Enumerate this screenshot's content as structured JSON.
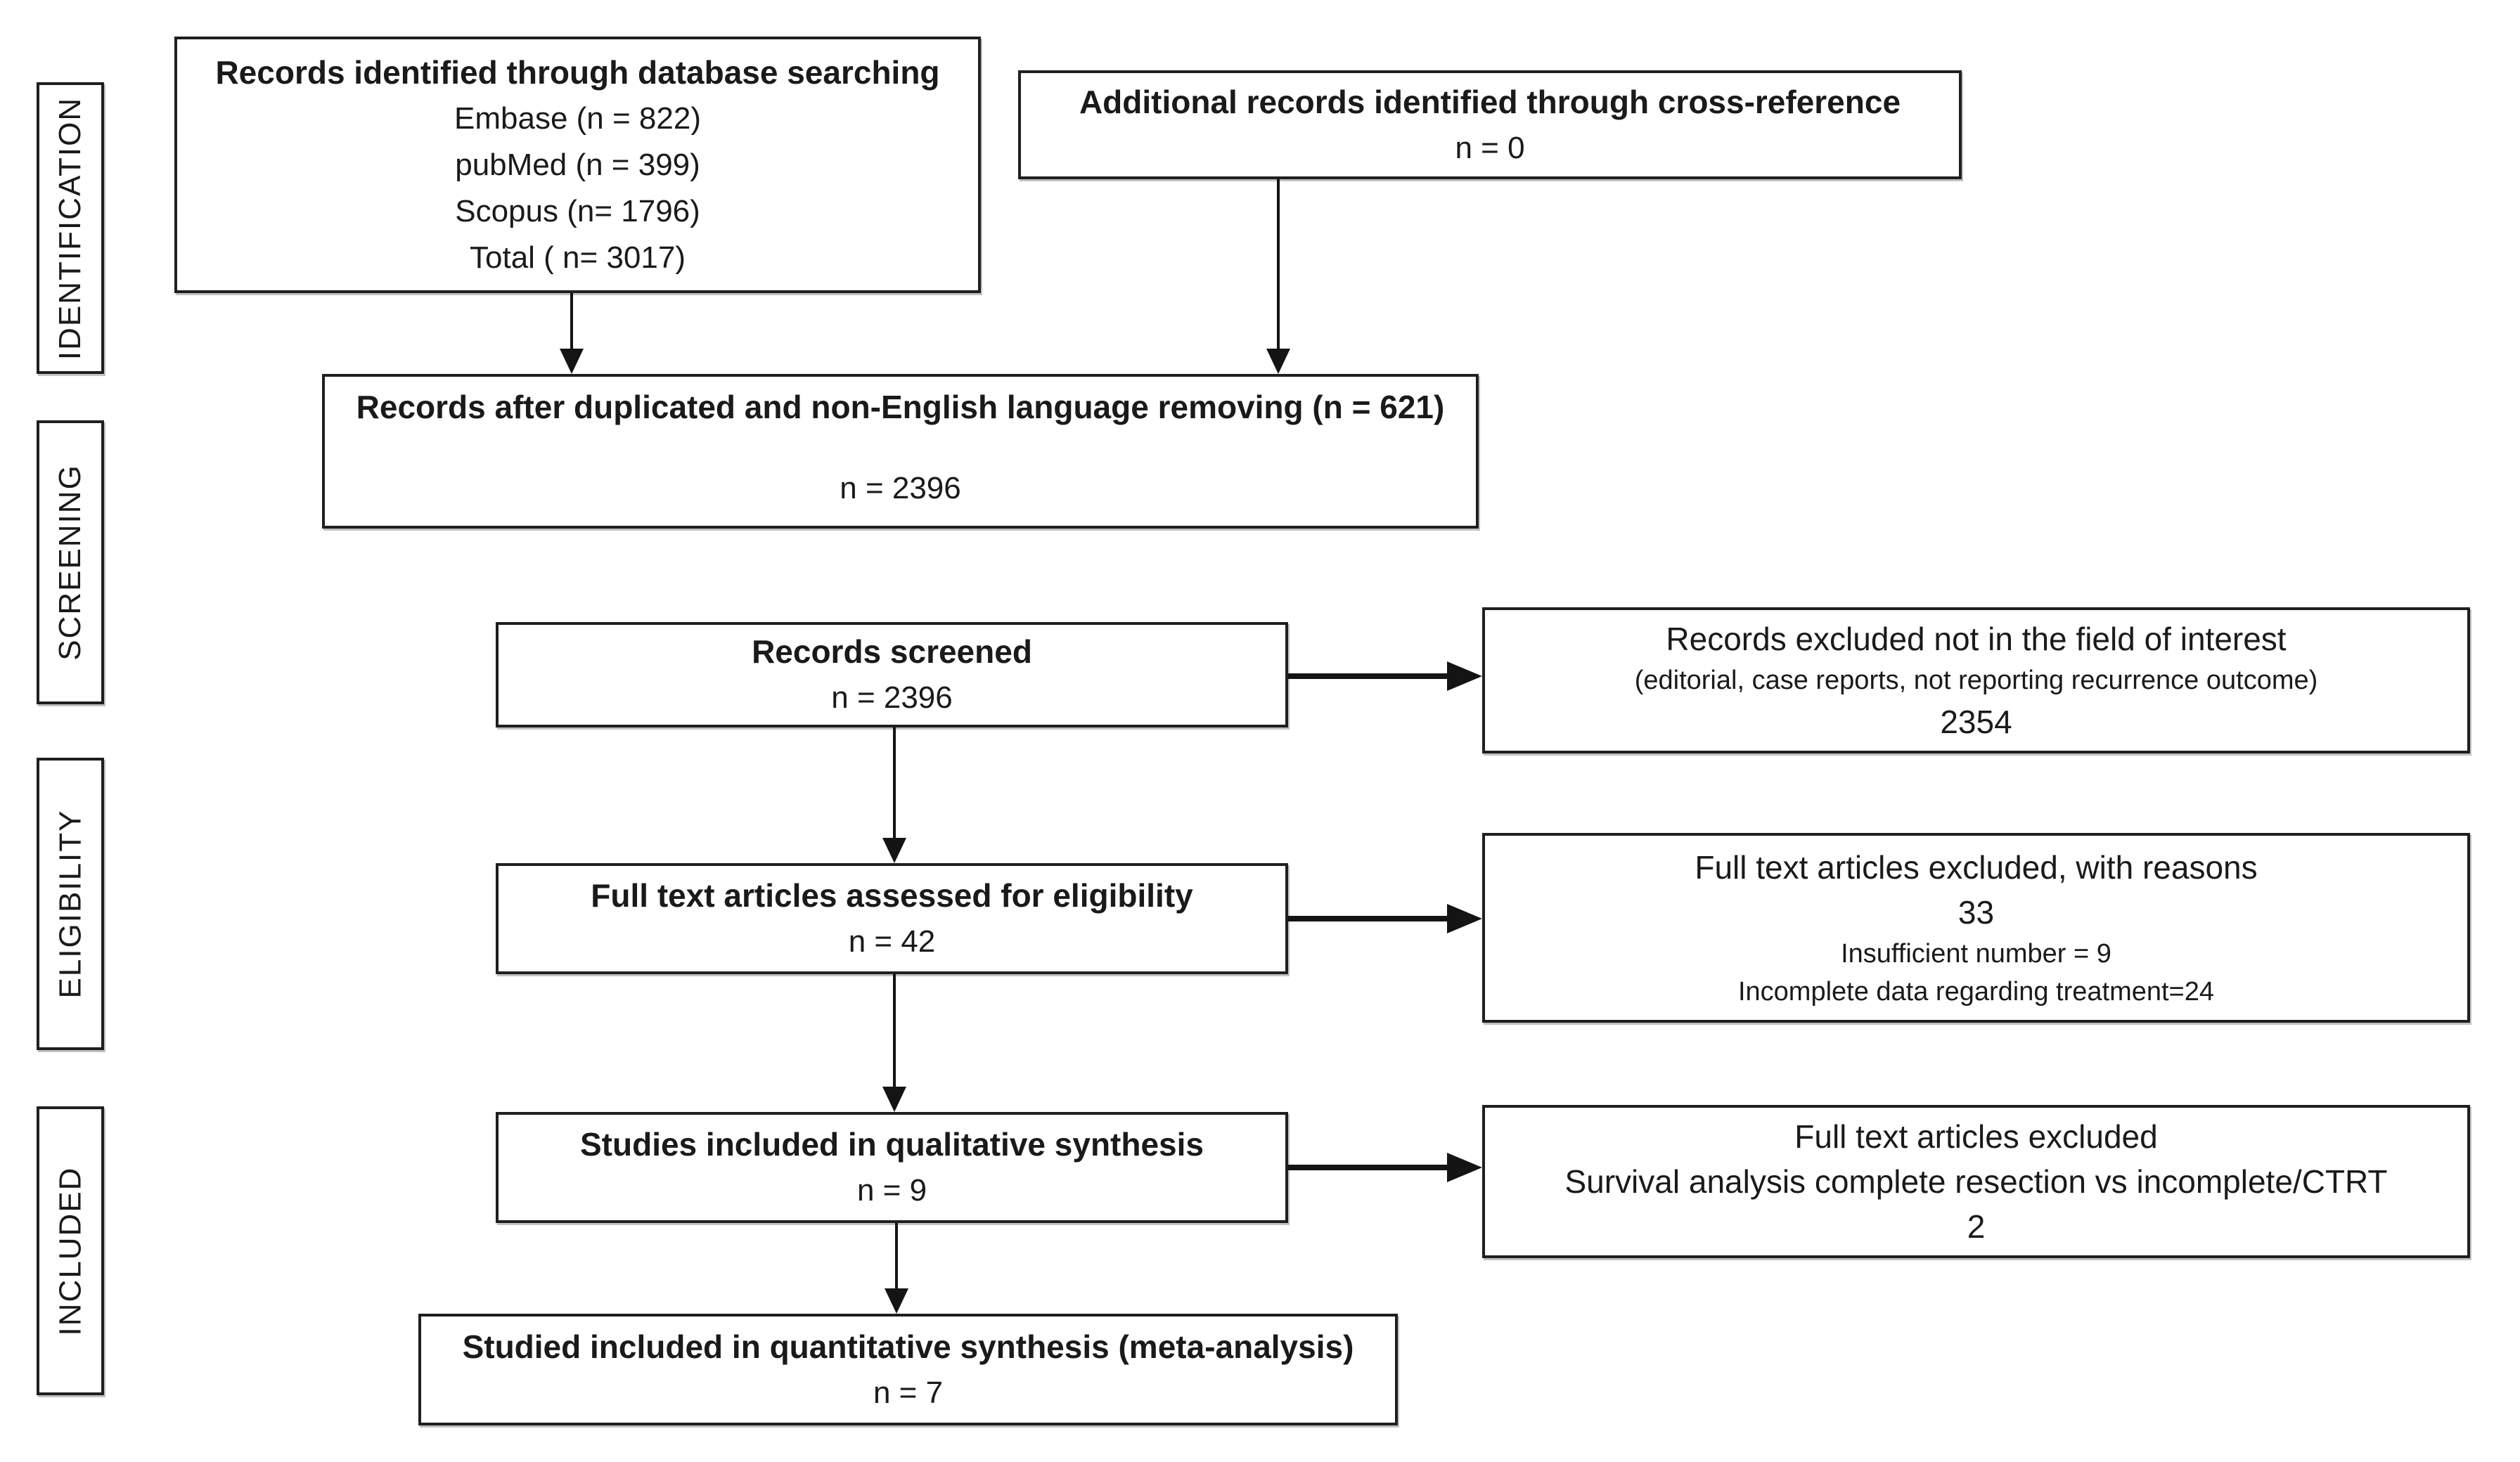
{
  "diagram": {
    "stages": [
      {
        "label": "IDENTIFICATION"
      },
      {
        "label": "SCREENING"
      },
      {
        "label": "ELIGIBILITY"
      },
      {
        "label": "INCLUDED"
      }
    ],
    "boxes": {
      "identified": {
        "title": "Records identified through database searching",
        "lines": [
          "Embase (n = 822)",
          "pubMed (n = 399)",
          "Scopus (n= 1796)",
          "Total ( n= 3017)"
        ]
      },
      "additional": {
        "title": "Additional records identified through cross-reference",
        "count": "n = 0"
      },
      "deduplicated": {
        "title": "Records after duplicated and non-English language removing (n = 621)",
        "count": "n = 2396"
      },
      "screened": {
        "title": "Records screened",
        "count": "n = 2396"
      },
      "excluded_screening": {
        "line1": "Records excluded not in the field of interest",
        "line2": "(editorial, case reports, not reporting recurrence outcome)",
        "count": "2354"
      },
      "fulltext": {
        "title": "Full text articles assessed for eligibility",
        "count": "n = 42"
      },
      "excluded_fulltext": {
        "line1": "Full text articles excluded, with reasons",
        "count": "33",
        "reason1": "Insufficient number = 9",
        "reason2": "Incomplete data regarding treatment=24"
      },
      "qualitative": {
        "title": "Studies included in qualitative synthesis",
        "count": "n = 9"
      },
      "excluded_qualitative": {
        "line1": "Full text articles excluded",
        "line2": "Survival analysis complete resection vs incomplete/CTRT",
        "count": "2"
      },
      "quantitative": {
        "title": "Studied included in quantitative synthesis (meta-analysis)",
        "count": "n = 7"
      }
    },
    "colors": {
      "ink": "#1a1a1a",
      "background": "#ffffff"
    }
  }
}
